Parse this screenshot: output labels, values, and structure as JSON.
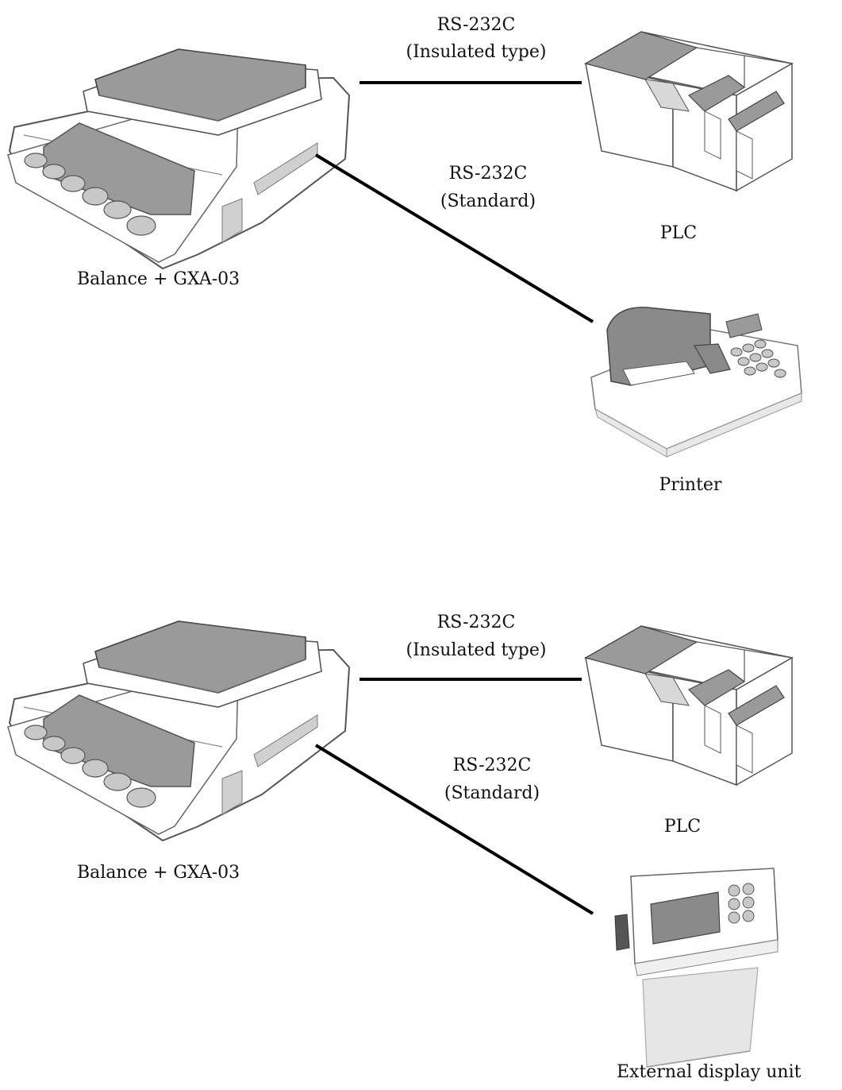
{
  "diagrams": [
    {
      "balance_label": "Balance + GXA-03",
      "link_insulated": {
        "protocol": "RS-232C",
        "type": "(Insulated type)"
      },
      "link_standard": {
        "protocol": "RS-232C",
        "type": "(Standard)"
      },
      "plc_label": "PLC",
      "device_label": "Printer"
    },
    {
      "balance_label": "Balance + GXA-03",
      "link_insulated": {
        "protocol": "RS-232C",
        "type": "(Insulated type)"
      },
      "link_standard": {
        "protocol": "RS-232C",
        "type": "(Standard)"
      },
      "plc_label": "PLC",
      "device_label": "External display unit"
    }
  ],
  "colors": {
    "line": "#000000",
    "device_outline": "#555555",
    "device_fill": "#ffffff",
    "panel_gray": "#9a9a9a",
    "light_gray": "#d8d8d8"
  },
  "icons": [
    "balance-icon",
    "plc-icon",
    "printer-icon",
    "external-display-icon"
  ]
}
